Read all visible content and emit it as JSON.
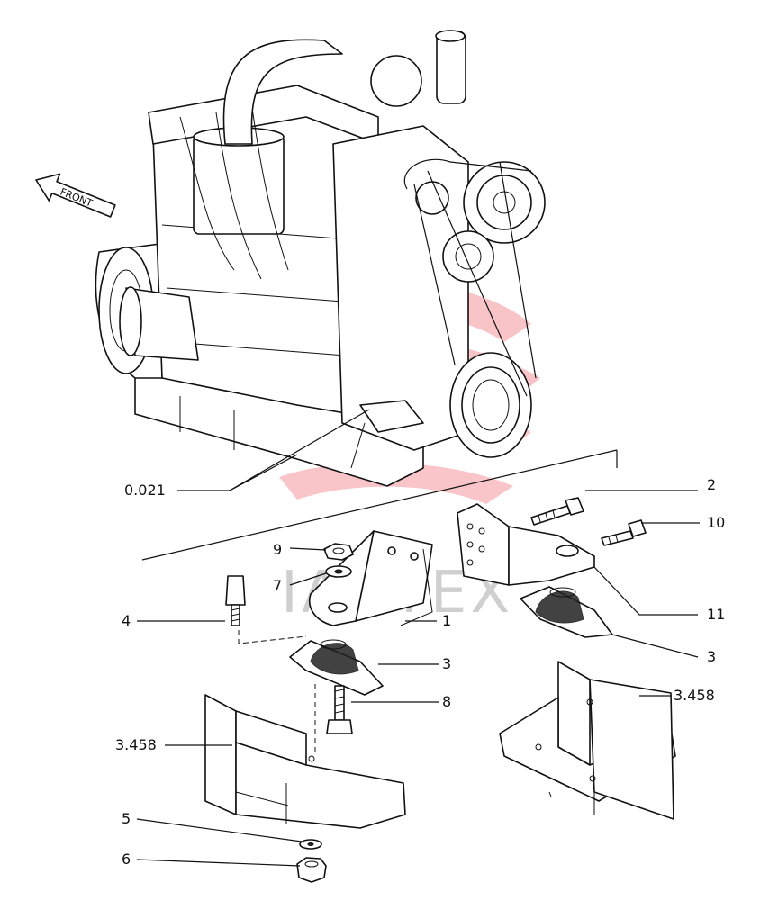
{
  "front_arrow_text": "FRONT",
  "watermark_text": "IAHTEX",
  "watermark_color": "#e8303a",
  "callouts": {
    "engine_ref": "0.021",
    "p1": "1",
    "p2": "2",
    "p3a": "3",
    "p3b": "3",
    "p4": "4",
    "p5": "5",
    "p6": "6",
    "p7": "7",
    "p8": "8",
    "p9": "9",
    "p10": "10",
    "p11": "11",
    "frame_left": "3.458",
    "frame_right": "3.458"
  }
}
